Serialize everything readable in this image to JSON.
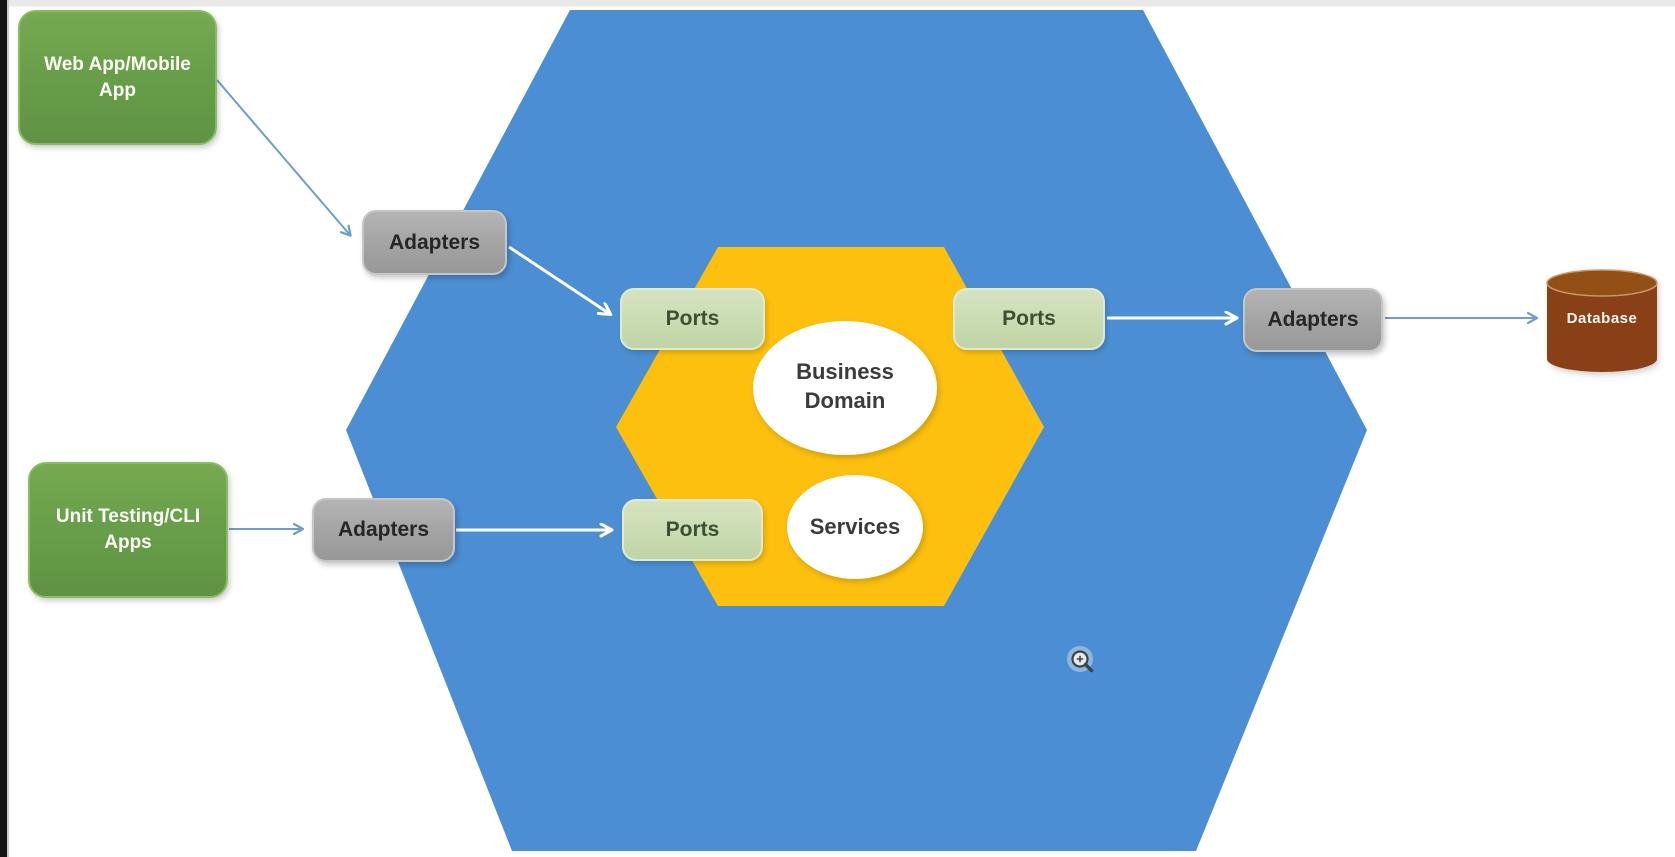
{
  "diagram": {
    "kind": "hexagonal-architecture-ports-and-adapters",
    "nodes": {
      "web_app": {
        "label": "Web App/Mobile App",
        "color": "#699f4a"
      },
      "unit_testing": {
        "label": "Unit Testing/CLI Apps",
        "color": "#699f4a"
      },
      "adapters_top": {
        "label": "Adapters",
        "color": "#a3a3a3"
      },
      "adapters_bottom": {
        "label": "Adapters",
        "color": "#a3a3a3"
      },
      "adapters_right": {
        "label": "Adapters",
        "color": "#a3a3a3"
      },
      "ports_top_left": {
        "label": "Ports",
        "color": "#cadcb2"
      },
      "ports_top_right": {
        "label": "Ports",
        "color": "#cadcb2"
      },
      "ports_bottom_left": {
        "label": "Ports",
        "color": "#cadcb2"
      },
      "business_domain": {
        "label": "Business Domain",
        "color": "#ffffff"
      },
      "services": {
        "label": "Services",
        "color": "#ffffff"
      },
      "database": {
        "label": "Database",
        "color": "#8a4112"
      }
    },
    "containers": {
      "outer_hexagon_color": "#4c8ed3",
      "inner_hexagon_color": "#fdc00f"
    },
    "arrows": {
      "outside_color": "#6f9ccc",
      "inside_color": "#ffffff"
    },
    "cursor": {
      "type": "zoom-in-magnifier"
    }
  }
}
